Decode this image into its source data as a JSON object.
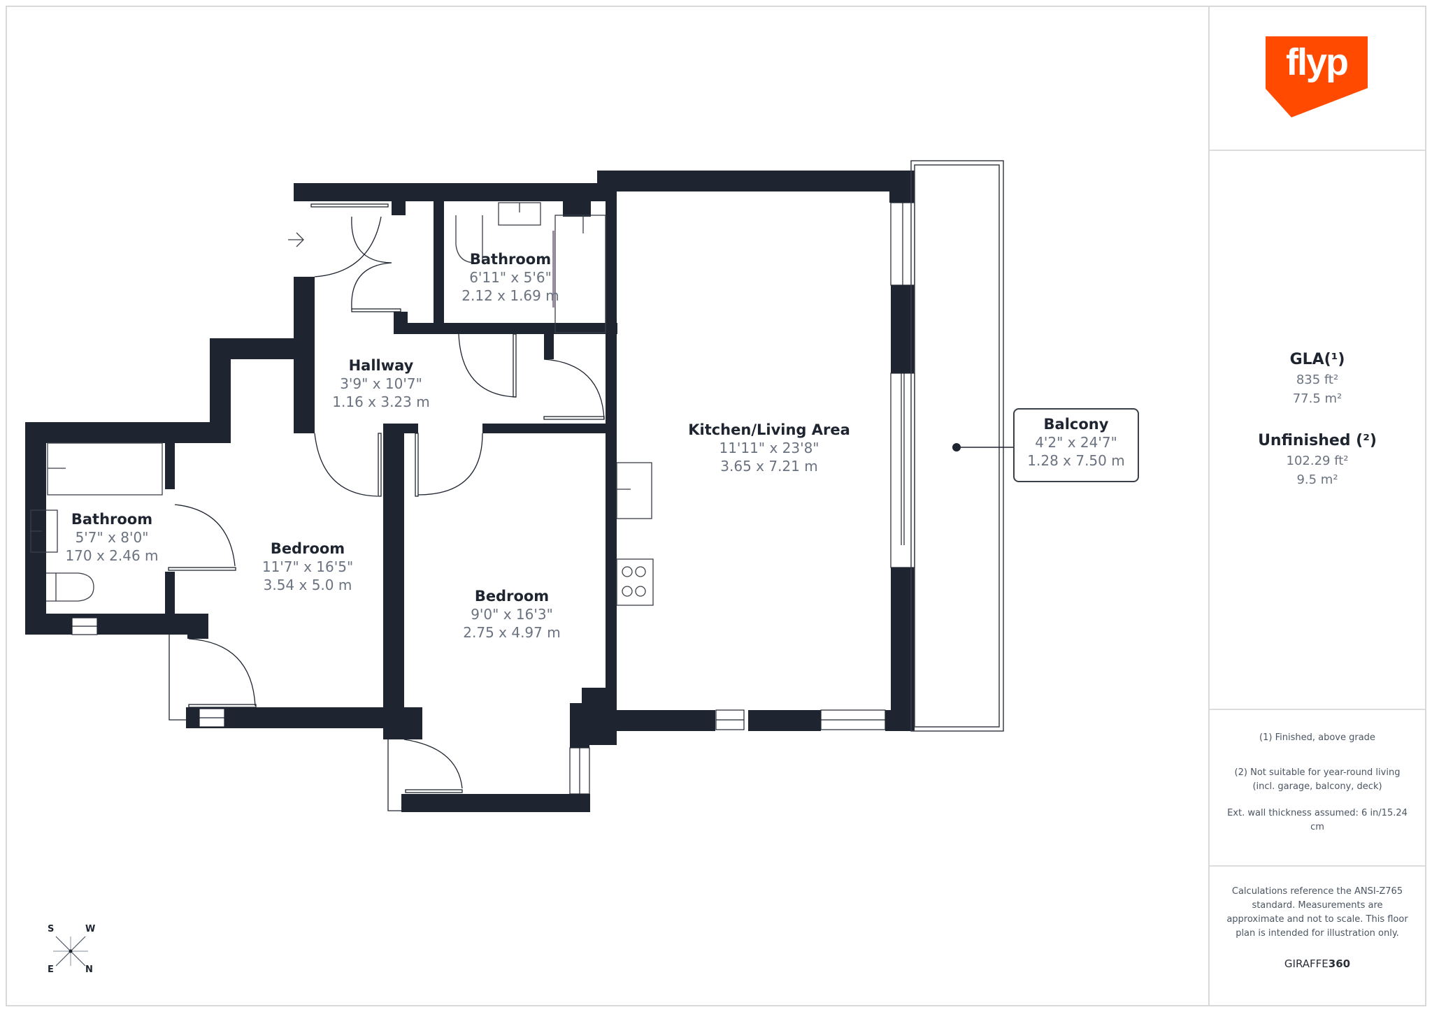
{
  "brand": {
    "logo_text": "flyp",
    "logo_color": "#ff4a00",
    "provider_prefix": "GIRAFFE",
    "provider_suffix": "360"
  },
  "colors": {
    "wall": "#1e2530",
    "label_dim": "#6b7280",
    "border": "#d9d9d9"
  },
  "areas": {
    "gla": {
      "title": "GLA(¹)",
      "sqft": "835 ft²",
      "sqm": "77.5 m²"
    },
    "unfinished": {
      "title": "Unfinished (²)",
      "sqft": "102.29 ft²",
      "sqm": "9.5 m²"
    }
  },
  "notes": {
    "note1": "(1) Finished, above grade",
    "note2": "(2) Not suitable for year-round living (incl. garage, balcony, deck)",
    "note3": "Ext. wall thickness assumed: 6 in/15.24 cm"
  },
  "disclaimer": "Calculations reference the ANSI-Z765 standard. Measurements are approximate and not to scale. This floor plan is intended for illustration only.",
  "rooms": [
    {
      "name": "Bathroom",
      "imperial": "6'11\" x 5'6\"",
      "metric": "2.12 x 1.69 m"
    },
    {
      "name": "Hallway",
      "imperial": "3'9\" x 10'7\"",
      "metric": "1.16 x 3.23 m"
    },
    {
      "name": "Kitchen/Living Area",
      "imperial": "11'11\" x 23'8\"",
      "metric": "3.65 x 7.21 m"
    },
    {
      "name": "Balcony",
      "imperial": "4'2\" x 24'7\"",
      "metric": "1.28 x 7.50 m"
    },
    {
      "name": "Bathroom",
      "imperial": "5'7\" x 8'0\"",
      "metric": "170 x 2.46 m"
    },
    {
      "name": "Bedroom",
      "imperial": "11'7\" x 16'5\"",
      "metric": "3.54 x 5.0 m"
    },
    {
      "name": "Bedroom",
      "imperial": "9'0\" x 16'3\"",
      "metric": "2.75 x 4.97 m"
    }
  ],
  "compass": {
    "nw": "S",
    "ne": "W",
    "sw": "E",
    "se": "N"
  },
  "entry_arrow": "→"
}
